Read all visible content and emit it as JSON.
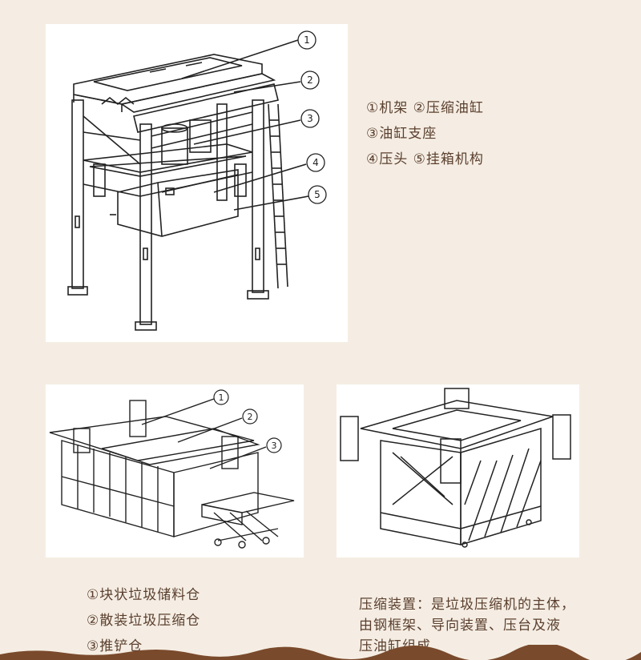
{
  "top_figure": {
    "callouts": [
      "1",
      "2",
      "3",
      "4",
      "5"
    ],
    "legend": [
      "①机架 ②压缩油缸",
      "③油缸支座",
      "④压头 ⑤挂箱机构"
    ]
  },
  "bottom_left_figure": {
    "callouts": [
      "1",
      "2",
      "3"
    ],
    "legend": [
      "①块状垃圾储料仓",
      "②散装垃圾压缩仓",
      "③推铲仓"
    ]
  },
  "bottom_right_figure": {
    "description": [
      "压缩装置：是垃圾压缩机的主体，",
      "由钢框架、导向装置、压台及液",
      "压油缸组成"
    ]
  },
  "colors": {
    "background": "#f5ede3",
    "text": "#5a3f2e",
    "wave": "#7a4a2c"
  }
}
